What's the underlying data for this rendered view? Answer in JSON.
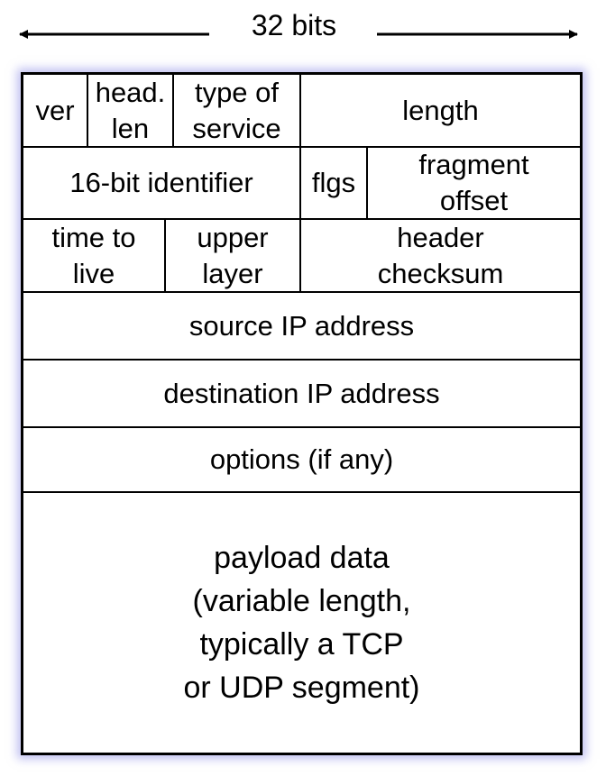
{
  "width_indicator": {
    "label": "32 bits"
  },
  "header_fields": {
    "row1": {
      "version": "ver",
      "header_length": "head.\nlen",
      "type_of_service": "type of\nservice",
      "length": "length"
    },
    "row2": {
      "identifier": "16-bit identifier",
      "flags": "flgs",
      "fragment_offset": "fragment\noffset"
    },
    "row3": {
      "time_to_live": "time to\nlive",
      "upper_layer": "upper\nlayer",
      "header_checksum": "header\nchecksum"
    },
    "source_ip": "source IP address",
    "destination_ip": "destination IP address",
    "options": "options (if any)",
    "payload": "payload data\n(variable length,\ntypically a TCP\nor UDP segment)"
  },
  "colors": {
    "border": "#000000",
    "glow": "#8c8ce6"
  }
}
